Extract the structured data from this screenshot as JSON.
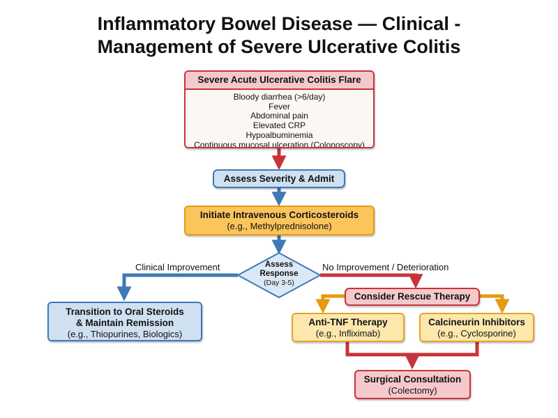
{
  "title": {
    "line1": "Inflammatory Bowel Disease — Clinical -",
    "line2": "Management of Severe Ulcerative Colitis"
  },
  "nodes": {
    "flare": {
      "title": "Severe Acute Ulcerative Colitis Flare",
      "items": [
        "Bloody diarrhea (>6/day)",
        "Fever",
        "Abdominal pain",
        "Elevated CRP",
        "Hypoalbuminemia",
        "Continuous mucosal ulceration (Colonoscopy)"
      ]
    },
    "assess_admit": {
      "title": "Assess Severity & Admit"
    },
    "iv_steroids": {
      "title": "Initiate Intravenous Corticosteroids",
      "sub": "(e.g., Methylprednisolone)"
    },
    "assess_response": {
      "line1": "Assess",
      "line2": "Response",
      "line3": "(Day 3-5)"
    },
    "oral_steroids": {
      "line1": "Transition to Oral Steroids",
      "line2": "& Maintain Remission",
      "sub": "(e.g., Thiopurines, Biologics)"
    },
    "rescue": {
      "title": "Consider Rescue Therapy"
    },
    "anti_tnf": {
      "title": "Anti-TNF Therapy",
      "sub": "(e.g., Infliximab)"
    },
    "calcineurin": {
      "title": "Calcineurin Inhibitors",
      "sub": "(e.g., Cyclosporine)"
    },
    "surgery": {
      "title": "Surgical Consultation",
      "sub": "(Colectomy)"
    }
  },
  "edges": {
    "improvement": "Clinical Improvement",
    "no_improvement": "No Improvement / Deterioration"
  },
  "colors": {
    "red": "#c8333a",
    "blue": "#3f78b5",
    "orange": "#e69a12"
  }
}
